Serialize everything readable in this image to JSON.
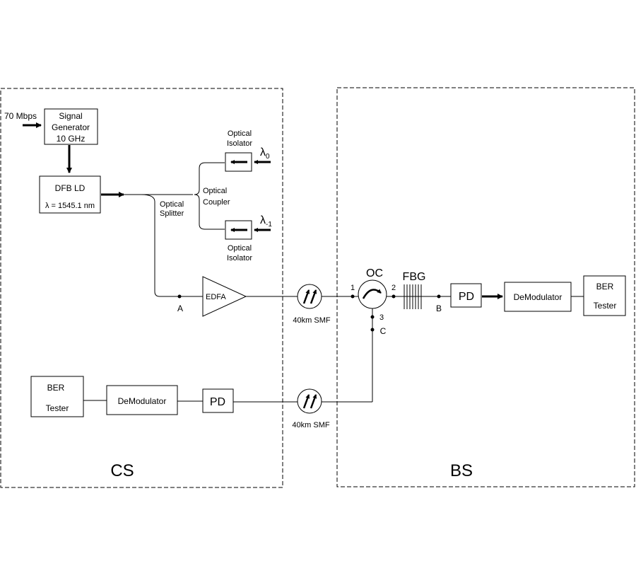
{
  "regions": {
    "cs_label": "CS",
    "bs_label": "BS"
  },
  "cs": {
    "input_rate": "70 Mbps",
    "signal_generator": {
      "line1": "Signal",
      "line2": "Generator",
      "line3": "10 GHz"
    },
    "dfb_ld": {
      "line1": "DFB LD",
      "line2": "λ  = 1545.1 nm"
    },
    "optical_splitter": {
      "line1": "Optical",
      "line2": "Splitter"
    },
    "optical_coupler": {
      "line1": "Optical",
      "line2": "Coupler"
    },
    "isolator_top": {
      "line1": "Optical",
      "line2": "Isolator",
      "wavelength": "λ",
      "subscript": "0"
    },
    "isolator_bottom": {
      "line1": "Optical",
      "line2": "Isolator",
      "wavelength": "λ",
      "subscript": "-1"
    },
    "point_a": "A",
    "edfa": "EDFA",
    "ber_tester": {
      "line1": "BER",
      "line2": "Tester"
    },
    "demodulator": "DeModulator",
    "pd": "PD"
  },
  "links": {
    "downlink_fiber": "40km SMF",
    "uplink_fiber": "40km SMF"
  },
  "bs": {
    "circulator": "OC",
    "port1": "1",
    "port2": "2",
    "port3": "3",
    "fbg": "FBG",
    "point_b": "B",
    "point_c": "C",
    "pd": "PD",
    "demodulator": "DeModulator",
    "ber_tester": {
      "line1": "BER",
      "line2": "Tester"
    }
  }
}
